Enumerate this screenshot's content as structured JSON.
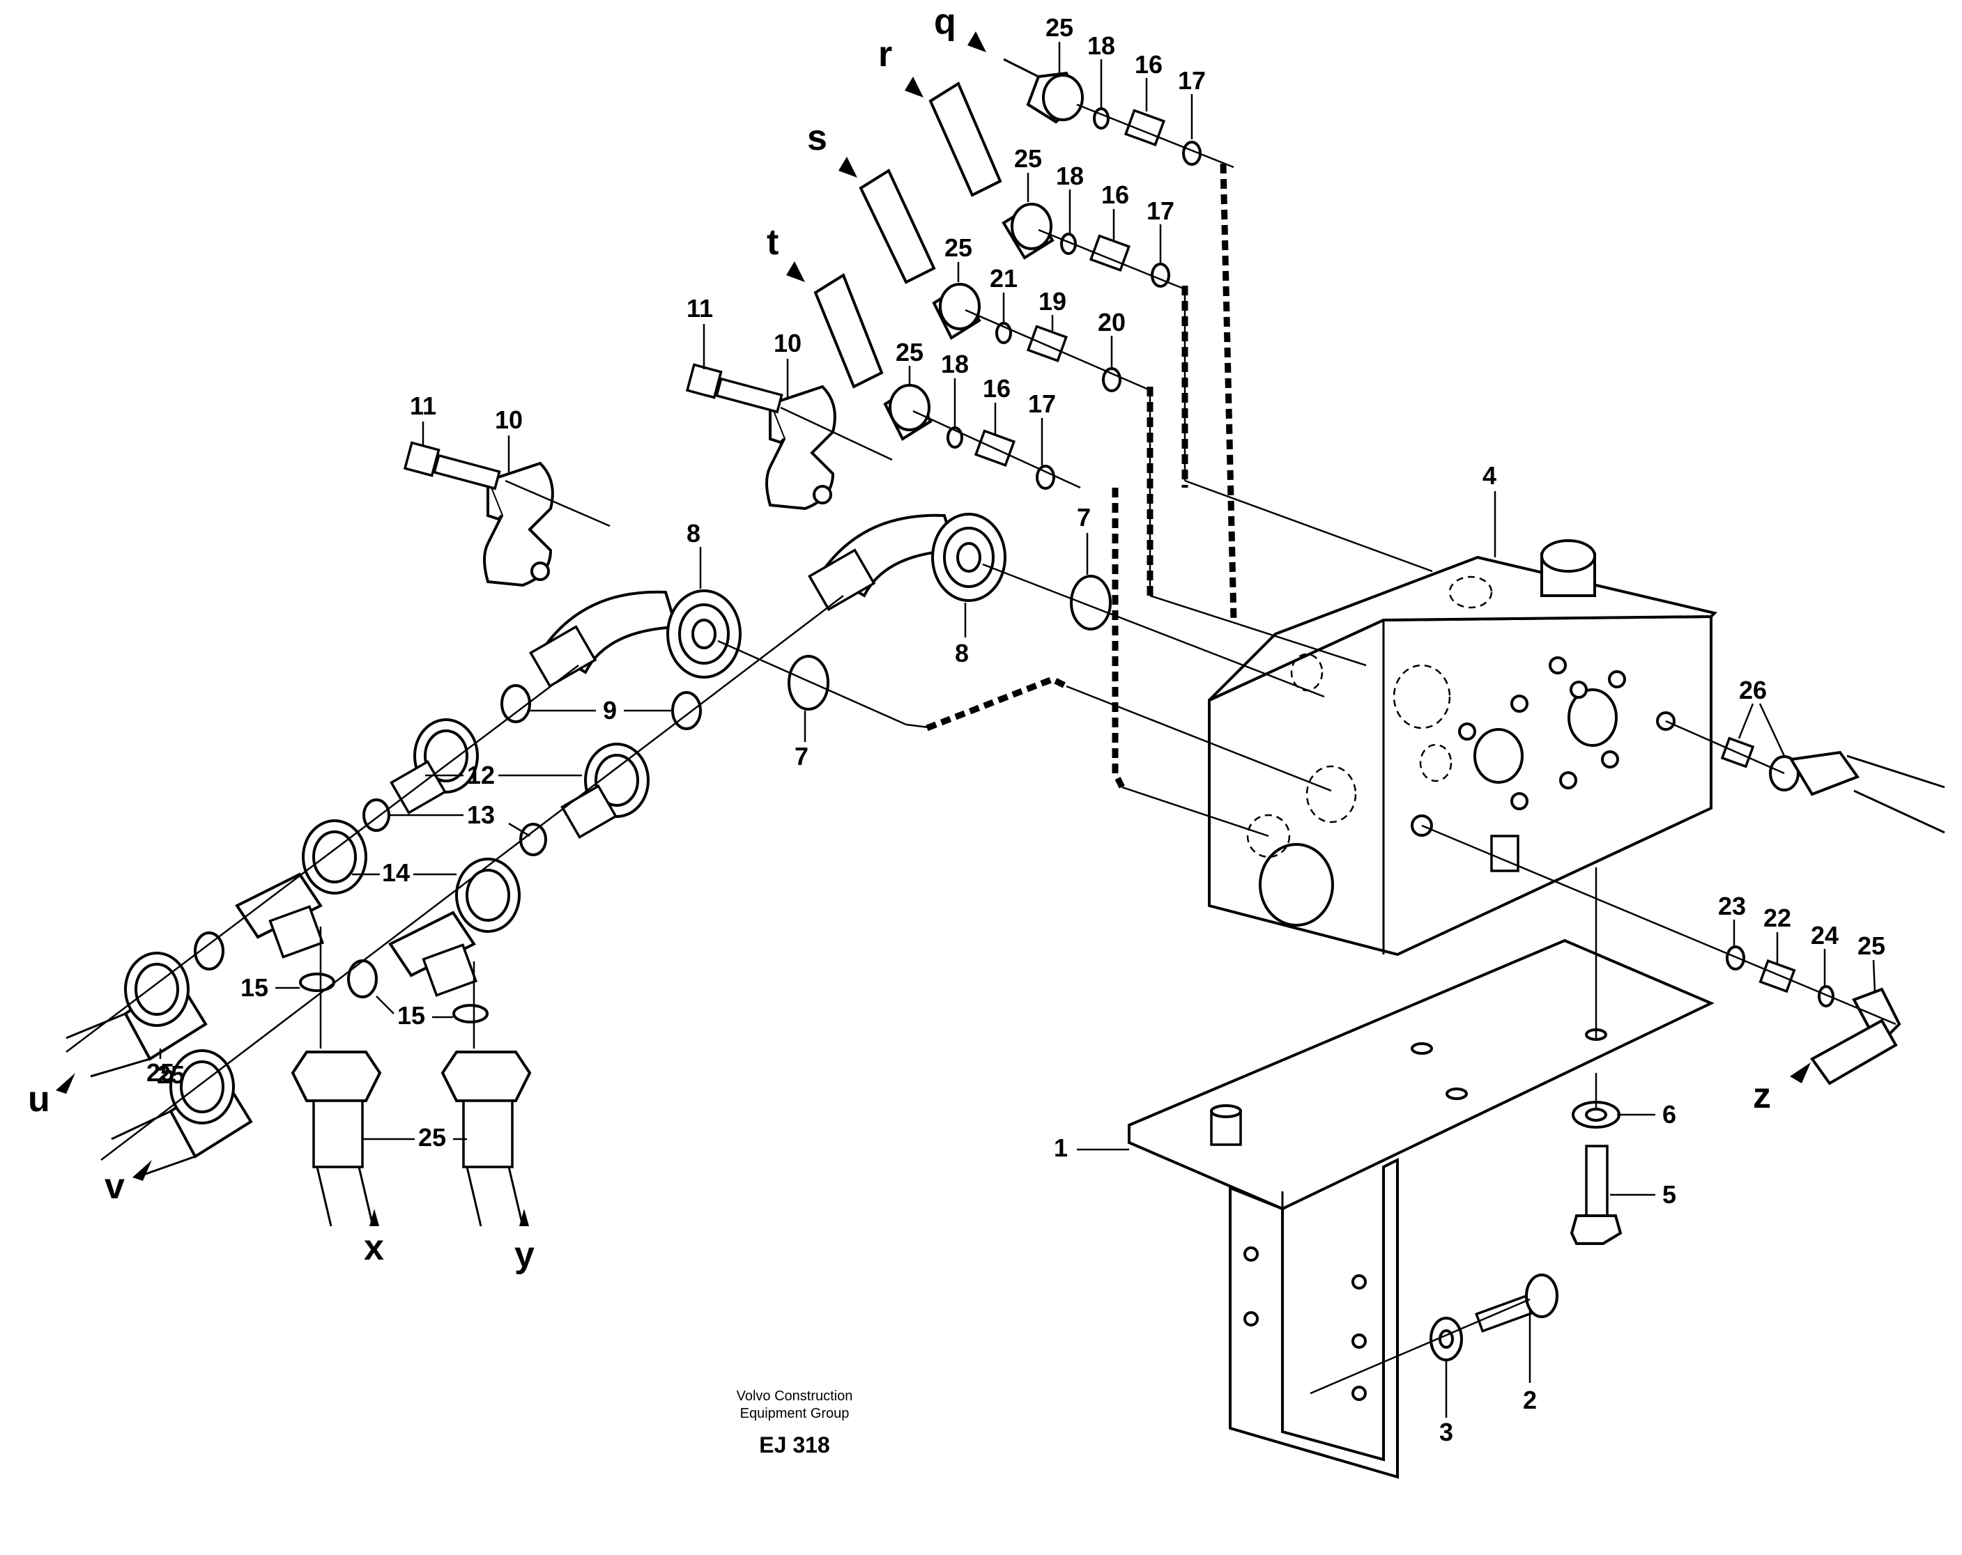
{
  "labels": {
    "p1": "1",
    "p2": "2",
    "p3": "3",
    "p4": "4",
    "p5": "5",
    "p6": "6",
    "p7": "7",
    "p8": "8",
    "p9": "9",
    "p10": "10",
    "p11": "11",
    "p12": "12",
    "p13": "13",
    "p14": "14",
    "p15": "15",
    "p16": "16",
    "p17": "17",
    "p18": "18",
    "p19": "19",
    "p20": "20",
    "p21": "21",
    "p22": "22",
    "p23": "23",
    "p24": "24",
    "p25": "25",
    "p26": "26"
  },
  "connections": {
    "q": "q",
    "r": "r",
    "s": "s",
    "t": "t",
    "u": "u",
    "v": "v",
    "x": "x",
    "y": "y",
    "z": "z"
  },
  "footer": {
    "line1": "Volvo Construction",
    "line2": "Equipment Group",
    "code": "EJ 318"
  }
}
